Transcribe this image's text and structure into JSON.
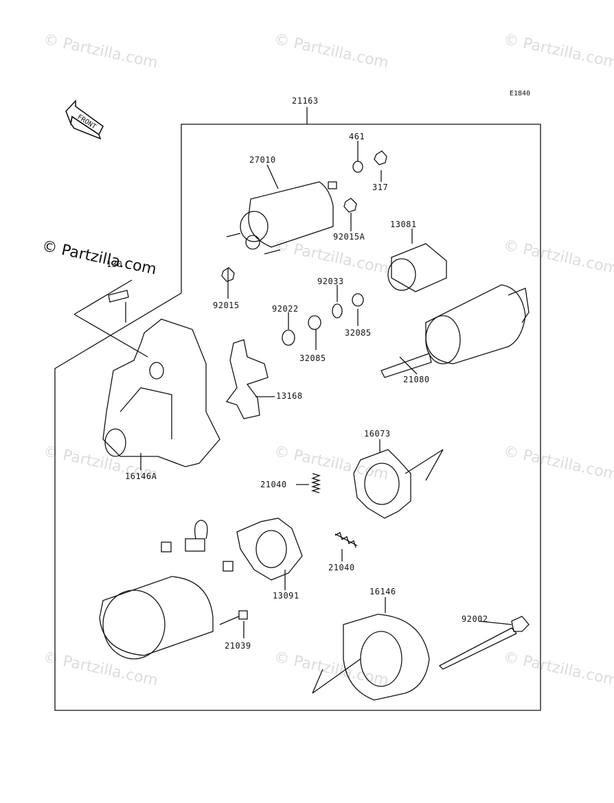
{
  "diagram": {
    "code": "E1840",
    "front_label": "FRONT",
    "watermark": "© Partzilla.com",
    "parts": {
      "p21163": "21163",
      "p461": "461",
      "p317": "317",
      "p27010": "27010",
      "p92015A": "92015A",
      "p13081": "13081",
      "p130": "130",
      "p92033": "92033",
      "p92015": "92015",
      "p92022": "92022",
      "p32085a": "32085",
      "p32085b": "32085",
      "p21080": "21080",
      "p13168": "13168",
      "p16073": "16073",
      "p16146A": "16146A",
      "p21040a": "21040",
      "p21040b": "21040",
      "p13091": "13091",
      "p16146": "16146",
      "p92002": "92002",
      "p21039": "21039"
    }
  }
}
